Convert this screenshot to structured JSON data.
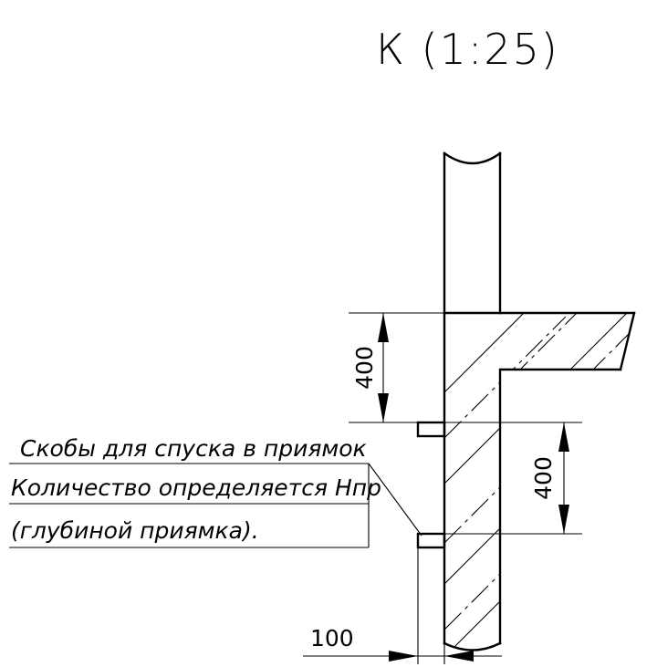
{
  "drawing": {
    "title": "К (1:25)",
    "note": {
      "line1": "Скобы для спуска в приямок",
      "line2": "Количество определяется  Нпр",
      "line3": "(глубиной приямка)."
    },
    "dimensions": {
      "upper_height": "400",
      "lower_height": "400",
      "offset_width": "100"
    }
  }
}
